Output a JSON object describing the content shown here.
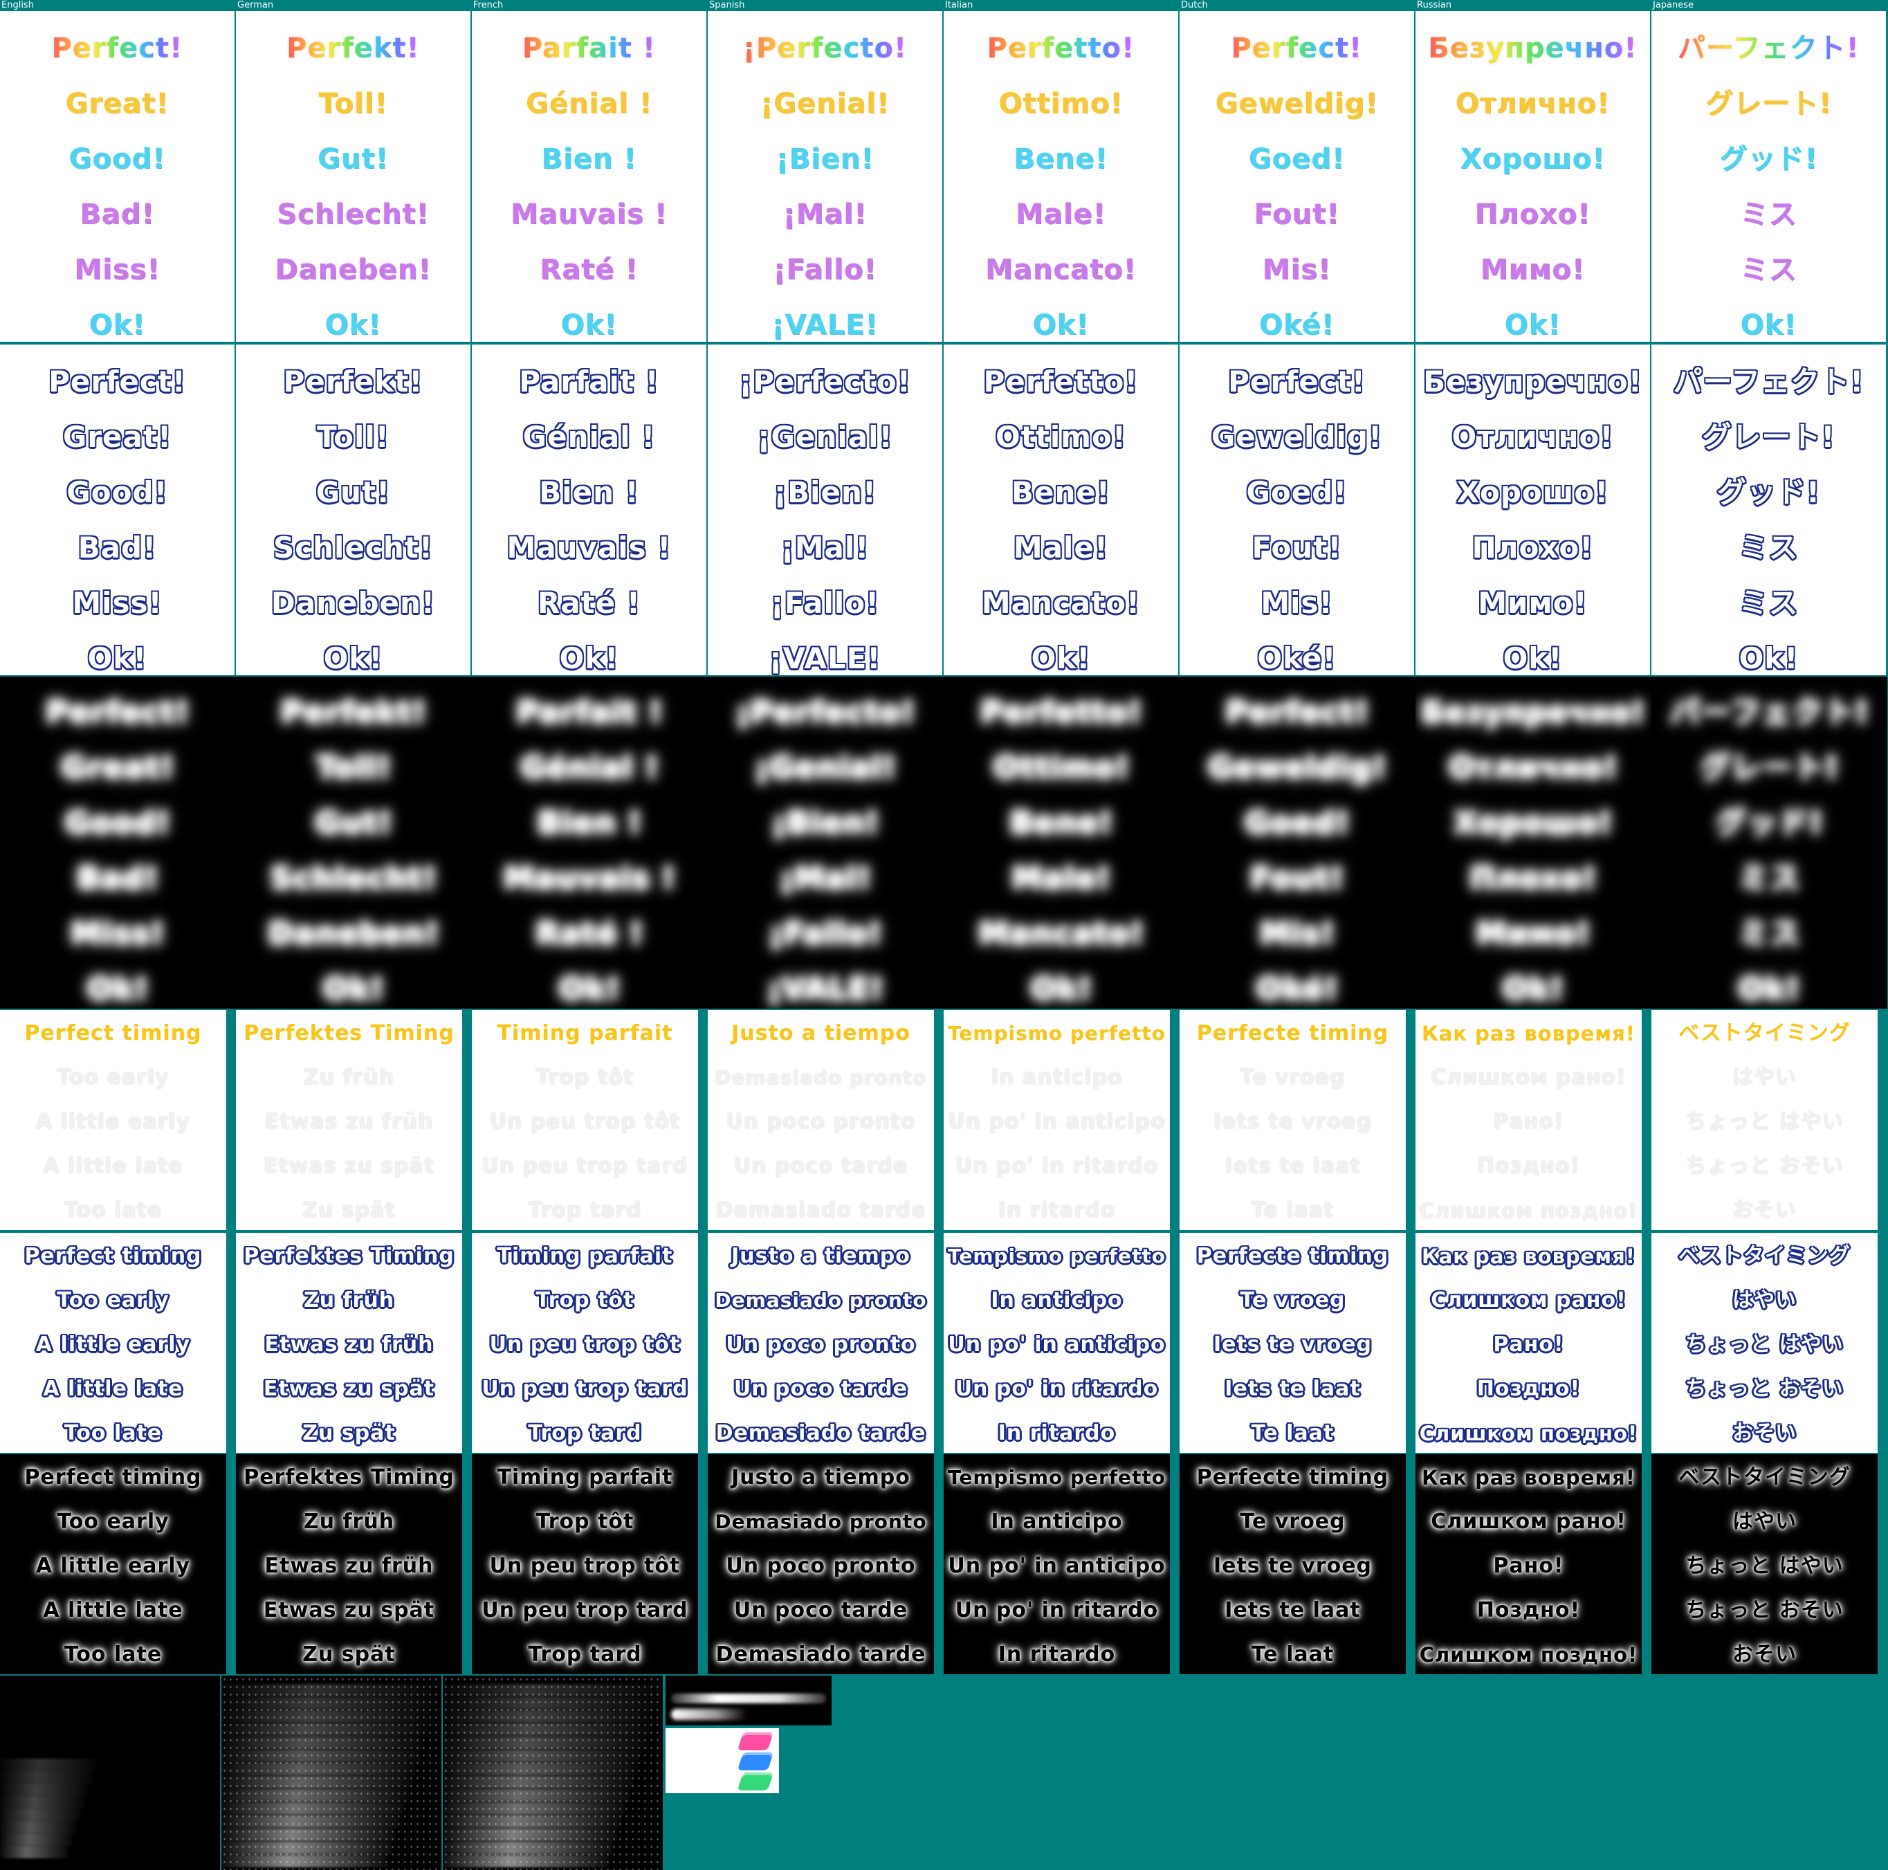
{
  "languages": [
    {
      "name": "English",
      "ratings": [
        "Perfect!",
        "Great!",
        "Good!",
        "Bad!",
        "Miss!",
        "Ok!"
      ],
      "timing": [
        "Perfect timing",
        "Too early",
        "A little early",
        "A little late",
        "Too late"
      ]
    },
    {
      "name": "German",
      "ratings": [
        "Perfekt!",
        "Toll!",
        "Gut!",
        "Schlecht!",
        "Daneben!",
        "Ok!"
      ],
      "timing": [
        "Perfektes Timing",
        "Zu früh",
        "Etwas zu früh",
        "Etwas zu spät",
        "Zu spät"
      ]
    },
    {
      "name": "French",
      "ratings": [
        "Parfait !",
        "Génial !",
        "Bien !",
        "Mauvais !",
        "Raté !",
        "Ok!"
      ],
      "timing": [
        "Timing parfait",
        "Trop tôt",
        "Un peu trop tôt",
        "Un peu trop tard",
        "Trop tard"
      ]
    },
    {
      "name": "Spanish",
      "ratings": [
        "¡Perfecto!",
        "¡Genial!",
        "¡Bien!",
        "¡Mal!",
        "¡Fallo!",
        "¡VALE!"
      ],
      "timing": [
        "Justo a tiempo",
        "Demasiado pronto",
        "Un poco pronto",
        "Un poco tarde",
        "Demasiado tarde"
      ]
    },
    {
      "name": "Italian",
      "ratings": [
        "Perfetto!",
        "Ottimo!",
        "Bene!",
        "Male!",
        "Mancato!",
        "Ok!"
      ],
      "timing": [
        "Tempismo perfetto",
        "In anticipo",
        "Un po' in anticipo",
        "Un po' in ritardo",
        "In ritardo"
      ]
    },
    {
      "name": "Dutch",
      "ratings": [
        "Perfect!",
        "Geweldig!",
        "Goed!",
        "Fout!",
        "Mis!",
        "Oké!"
      ],
      "timing": [
        "Perfecte timing",
        "Te vroeg",
        "Iets te vroeg",
        "Iets te laat",
        "Te laat"
      ]
    },
    {
      "name": "Russian",
      "ratings": [
        "Безупречно!",
        "Отлично!",
        "Хорошо!",
        "Плохо!",
        "Мимо!",
        "Ok!"
      ],
      "timing": [
        "Как раз вовремя!",
        "Слишком рано!",
        "Рано!",
        "Поздно!",
        "Слишком поздно!"
      ]
    },
    {
      "name": "Japanese",
      "ratings": [
        "パーフェクト!",
        "グレート!",
        "グッド!",
        "ミス",
        "ミス",
        "Ok!"
      ],
      "timing": [
        "ベストタイミング",
        "はやい",
        "ちょっと はやい",
        "ちょっと おそい",
        "おそい"
      ]
    }
  ],
  "colors": {
    "background": "#007f7f",
    "outline_navy": "#1b2a85",
    "great_yellow": "#f6c73a",
    "good_cyan": "#4fd2ef",
    "bad_violet": "#c77ae8",
    "timing_gold": "#f7c51e",
    "chip_pink": "#ff4fa3",
    "chip_blue": "#2f8cff",
    "chip_green": "#35d97a"
  }
}
